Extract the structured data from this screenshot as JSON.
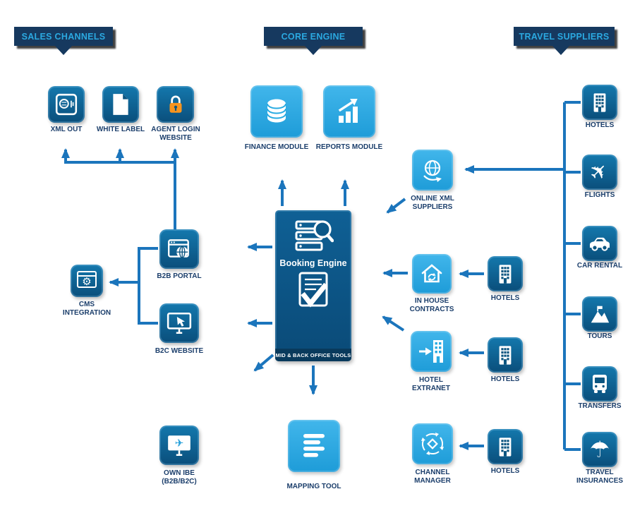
{
  "colors": {
    "accent_light": "#29ABE2",
    "node_dark": "#0D5E93",
    "banner_navy": "#16395F",
    "arrow_blue": "#1B75BC",
    "label_text": "#1B3E6B",
    "lock_orange": "#F7941E"
  },
  "headers": {
    "sales_channels": "SALES CHANNELS",
    "core_engine": "CORE ENGINE",
    "travel_suppliers": "TRAVEL SUPPLIERS"
  },
  "sales": {
    "xml_out": "XML OUT",
    "white_label": "WHITE LABEL",
    "agent_login": "AGENT LOGIN WEBSITE",
    "b2b_portal": "B2B PORTAL",
    "cms_integration": "CMS INTEGRATION",
    "b2c_website": "B2C WEBSITE",
    "own_ibe": "OWN IBE (B2B/B2C)"
  },
  "core": {
    "finance_module": "FINANCE MODULE",
    "reports_module": "REPORTS MODULE",
    "booking_engine": "Booking Engine",
    "mid_back_office": "MID & BACK OFFICE TOOLS",
    "mapping_tool": "MAPPING TOOL"
  },
  "supply": {
    "online_xml_suppliers": "ONLINE XML SUPPLIERS",
    "in_house_contracts": "IN HOUSE CONTRACTS",
    "hotel_extranet": "HOTEL EXTRANET",
    "channel_manager": "CHANNEL MANAGER",
    "hotels_in_house": "HOTELS",
    "hotels_extranet": "HOTELS",
    "hotels_channel": "HOTELS"
  },
  "suppliers_column": [
    {
      "label": "HOTELS"
    },
    {
      "label": "FLIGHTS"
    },
    {
      "label": "CAR RENTAL"
    },
    {
      "label": "TOURS"
    },
    {
      "label": "TRANSFERS"
    },
    {
      "label": "TRAVEL INSURANCES"
    }
  ],
  "icons": {
    "airplane_glyph": "✈",
    "umbrella_glyph": "☂",
    "gear_glyph": "⚙",
    "monitor_plane_glyph": "✈"
  }
}
